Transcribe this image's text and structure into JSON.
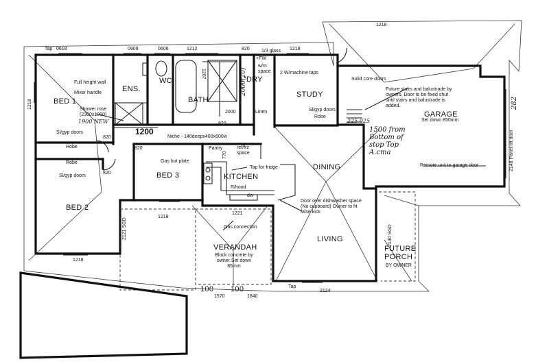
{
  "rooms": {
    "bed1": "BED 1",
    "ens": "ENS.",
    "wc": "WC",
    "bath": "BATH",
    "ldry": "L'DRY",
    "study": "STUDY",
    "garage": "GARAGE",
    "bed3": "BED 3",
    "kitchen": "KITCHEN",
    "dining": "DINING",
    "bed2": "BED 2",
    "verandah": "VERANDAH",
    "living": "LIVING",
    "future_porch": "FUTURE PORCH"
  },
  "notes": {
    "full_height_wall": "Full height wall",
    "mixer_handle": "Mixer handle",
    "shower_rose": "Shower rose (2300x1000)",
    "glass": "1/3 glass",
    "machine_taps": "2 W/machine taps",
    "fw": "+FW",
    "wm_space": "w/m space",
    "solid_core_doors": "Solid core doors",
    "future_stairs": "Future stairs and balustrade by owners. Door to be fixed shut until stairs and balustrade is added.",
    "garage_set_down": "Set down 850mm",
    "si_gyp_doors": "Sl/gyp doors",
    "robe": "Robe",
    "niche": "Niche - 140deepx400x600w",
    "pantry": "Pantry",
    "ref_frz_space": "ref/frz space",
    "gas_hot_plate": "Gas hot plate",
    "tap_for_fridge": "Tap for fridge",
    "r_hood": "R/hood",
    "dw": "dw",
    "remote_unit": "Remote unit to garage door",
    "panel_lift_door": "2148 Panel-lift door",
    "door_over_dishwasher": "Door over dishwasher space (No cupboard) Owner to fit false kick",
    "gas_connection": "Gas connection",
    "verandah_note": "Block concrete by owner Set down 85mm",
    "by_owner": "BY OWNER",
    "tap": "Tap",
    "linen": "Linen"
  },
  "dimensions": {
    "d_0618": "0618",
    "d_0909": "0909",
    "d_0606": "0606",
    "d_1212": "1212",
    "d_1218": "1218",
    "d_820": "820",
    "d_1200": "1200",
    "d_2000": "2000",
    "d_2121_sgd": "2121 SGD",
    "d_2130_sgd": "2130 SGD",
    "d_2124": "2124",
    "d_1221": "1221",
    "d_100a": "100",
    "d_100b": "100",
    "d_1570": "1570",
    "d_1840": "1840",
    "d_1207": "1207",
    "d_2148": "2148",
    "d_1900": "1900 NEW",
    "d_770": "770"
  },
  "handwriting": {
    "stop_note": "1500 from Bottom of stop Top A.cma",
    "step_dim": "225 025",
    "ht_1900": "1900 NEW",
    "bath_dim": "2000(20)",
    "garage_dim": "282"
  }
}
